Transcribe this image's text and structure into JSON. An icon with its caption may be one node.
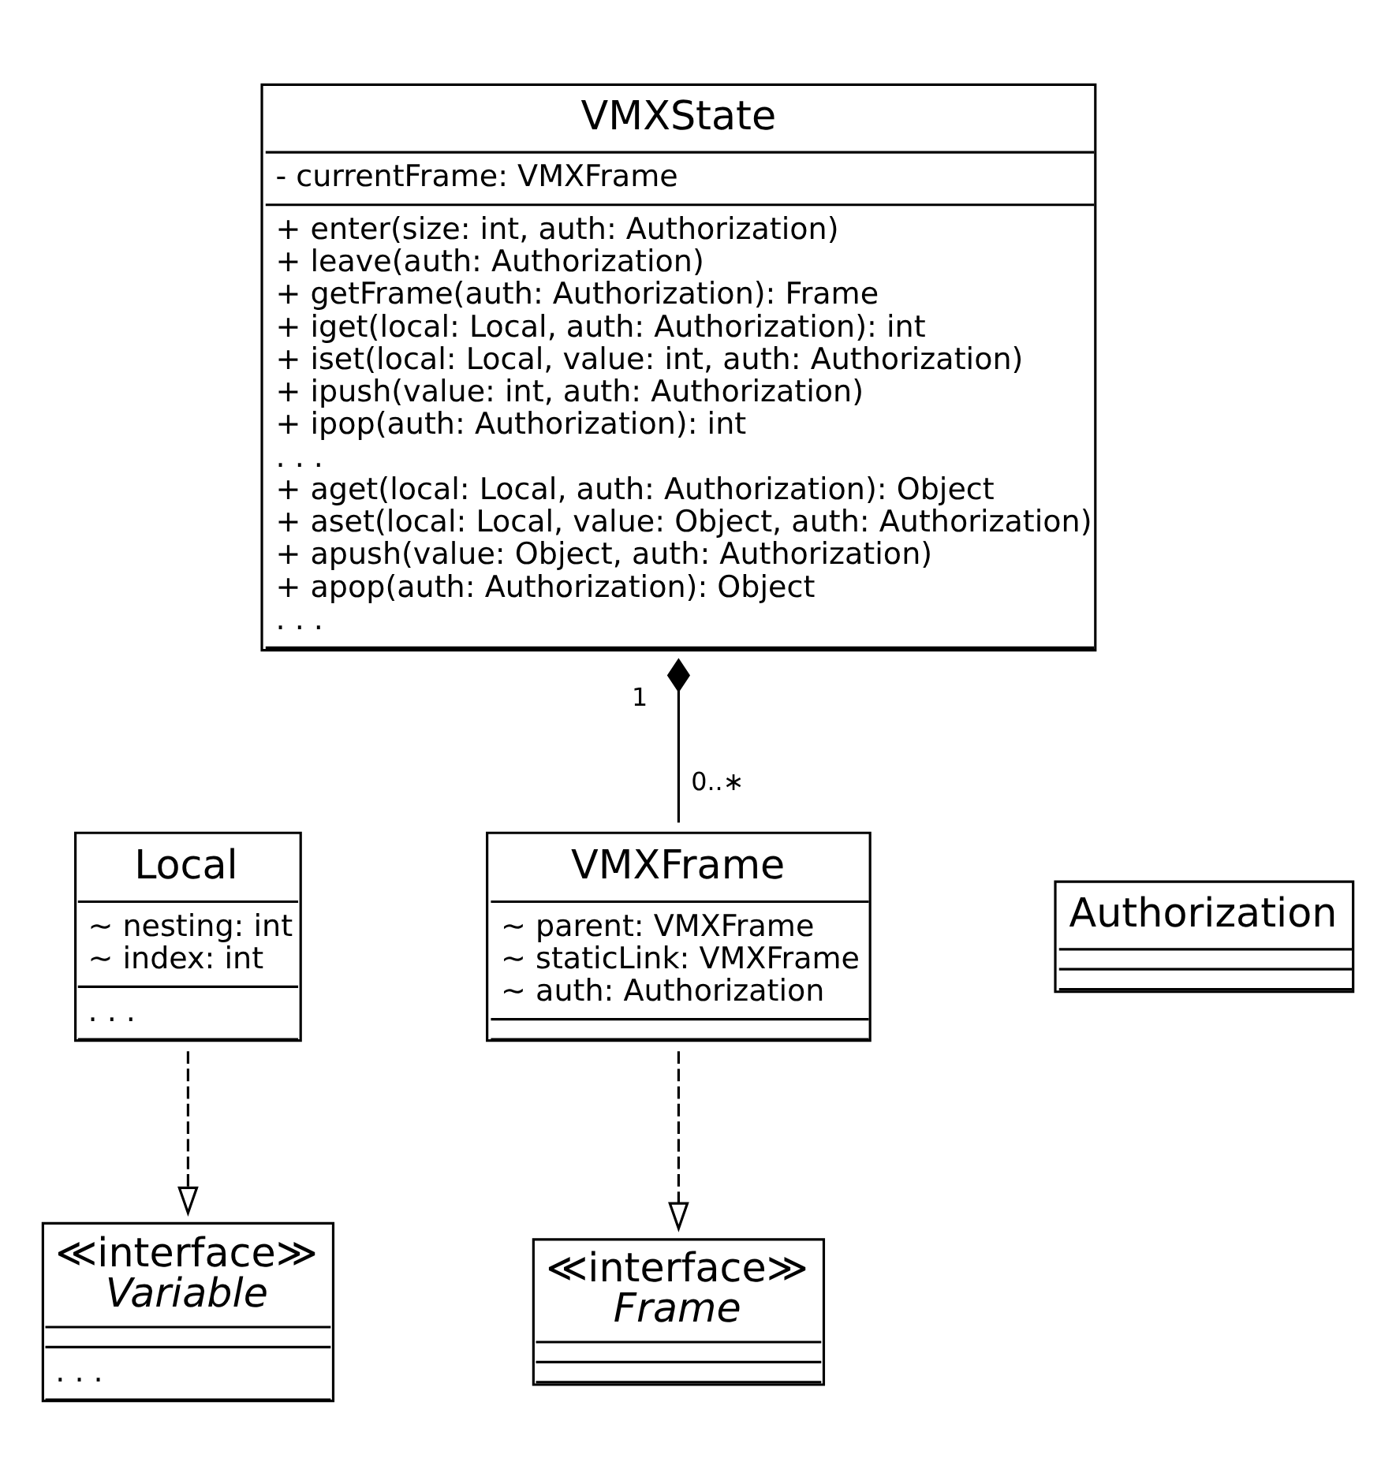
{
  "diagram": {
    "nodes": [
      {
        "text": [
          "VMXState",
          "- currentFrame: VMXFrame",
          "+ enter(size: int, auth: Authorization)",
          "+ leave(auth: Authorization)",
          "+ getFrame(auth: Authorization): Frame",
          "+ iget(local: Local, auth: Authorization): int",
          "+ iset(local: Local, value: int, auth: Authorization)",
          "+ ipush(value: int, auth: Authorization)",
          "+ ipop(auth: Authorization): int",
          ". . .",
          "+ aget(local: Local, auth: Authorization): Object",
          "+ aset(local: Local, value: Object, auth: Authorization)",
          "+ apush(value: Object, auth: Authorization)",
          "+ apop(auth: Authorization): Object",
          ". . ."
        ]
      },
      {
        "text": [
          "Local",
          "~ nesting: int",
          "~ index: int",
          ". . ."
        ]
      },
      {
        "text": [
          "VMXFrame",
          "~ parent: VMXFrame",
          "~ staticLink: VMXFrame",
          "~ auth: Authorization"
        ]
      },
      {
        "text": [
          "Authorization"
        ]
      },
      {
        "text": [
          "≪interface≫",
          "Variable",
          ". . ."
        ]
      },
      {
        "text": [
          "≪interface≫",
          "Frame"
        ]
      }
    ],
    "edges": [
      {
        "from": 0,
        "to": 2,
        "arrow": "other"
      },
      {
        "from": 1,
        "to": 4,
        "arrow": "to",
        "style": "dashed"
      },
      {
        "from": 2,
        "to": 5,
        "arrow": "to",
        "style": "dashed"
      }
    ],
    "labels": [
      "1",
      "0..∗"
    ]
  }
}
